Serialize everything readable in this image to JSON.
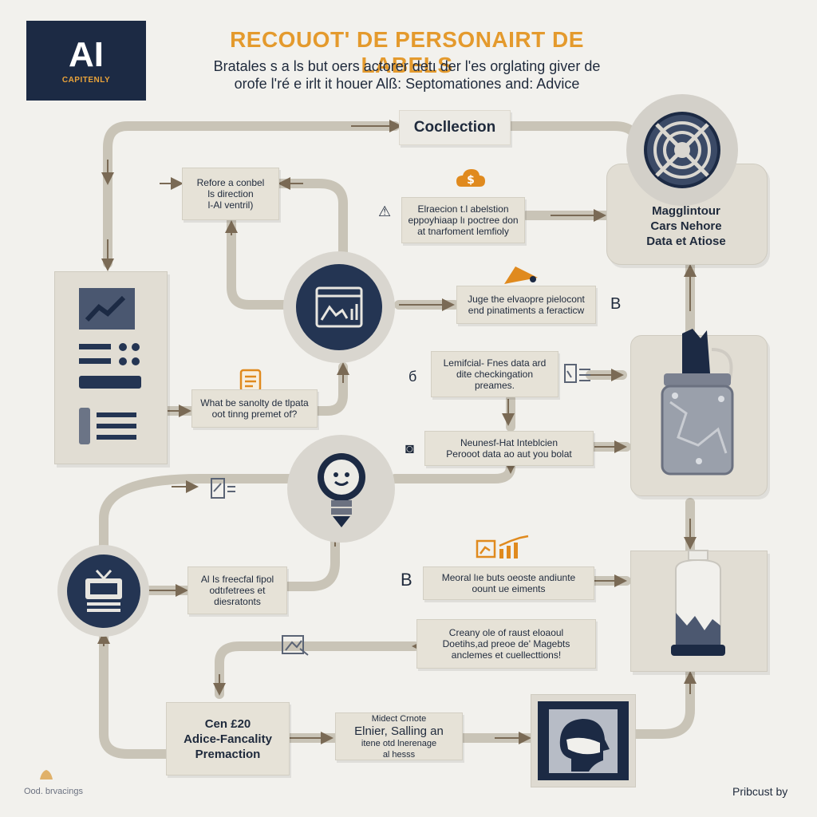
{
  "logo": {
    "mark": "AI",
    "sub": "CAPITENLY"
  },
  "header": {
    "title": "RECOUOT' DE PERSONAIRT DE LABELS",
    "subtitle_line1": "Bratales s a ls but oers actorer detı der l'es orglating giver de",
    "subtitle_line2": "orofe l'ré e irlt it houer Alß: Septomationes and: Advice"
  },
  "nodes": {
    "collection": "Coclle​ction",
    "before_control": {
      "l1": "Refore a conbel",
      "l2": "ls direction",
      "l3": "l-Al ventril)"
    },
    "extraction": {
      "l1": "Elraecion t.l abelstion",
      "l2": "eppoyhiaap lı poctree don",
      "l3": "at tnarfoment lemfioly"
    },
    "manage": {
      "l1": "Magglintour",
      "l2": "Cars Nehore",
      "l3": "Data et Atiose"
    },
    "judge": {
      "l1": "Juge the elvaopre pielocont",
      "l2": "end pinatiments a feracticw"
    },
    "judge_marker": "B",
    "lemfical": {
      "l1": "Lemifcial- Fnes data ard",
      "l2": "dite checkingation",
      "l3": "preames."
    },
    "lemfical_marker": "б",
    "what_be": {
      "l1": "What be sanolty de tlpata",
      "l2": "oot tinng premet of?"
    },
    "neuresh": {
      "l1": "Neunesf-Hat Inteblcien",
      "l2": "Perooot data ao aut you bolat"
    },
    "ai_freed": {
      "l1": "Al Is freecfal fipol",
      "l2": "odtıfetrees et",
      "l3": "diesratonts"
    },
    "neoral": {
      "l1": "Meoral lıe buts oeoste andiunte",
      "l2": "oount ue eiments"
    },
    "neoral_marker": "B",
    "creany": {
      "l1": "Creany ole of raust eloaoul",
      "l2": "Doetihs,ad preoe de' Magebts",
      "l3": "anclemes et cuellecttions!"
    },
    "cen": {
      "l1": "Cen £20",
      "l2": "Adice-Fancality",
      "l3": "Premaction"
    },
    "midect": {
      "l1": "Midect Crnote",
      "l2": "Elnier, Salling an",
      "l3": "itene otd lnerenage",
      "l4": "al hesss"
    }
  },
  "icons": {
    "cloud_dollar": "cloud-dollar-icon",
    "flag": "flag-icon",
    "checklist": "checklist-icon",
    "camera": "camera-icon",
    "chart_up": "bar-chart-icon",
    "document_edit": "document-edit-icon",
    "image_edit": "image-edit-icon",
    "monitor_chart": "monitor-chart-icon",
    "lightbulb_face": "lightbulb-face-icon",
    "tv": "tv-icon",
    "shield_target": "target-icon",
    "jar": "jar-icon",
    "bottle": "bottle-icon",
    "head_mask": "head-mask-icon",
    "trend_chart": "trend-chart-icon"
  },
  "footer": {
    "left": "Ood. brvacings",
    "right": "Pribcust by"
  },
  "colors": {
    "background": "#f2f1ed",
    "navy": "#1c2a44",
    "accent": "#e49a2d",
    "card": "#e6e2d7",
    "wire": "#8a7b67"
  }
}
